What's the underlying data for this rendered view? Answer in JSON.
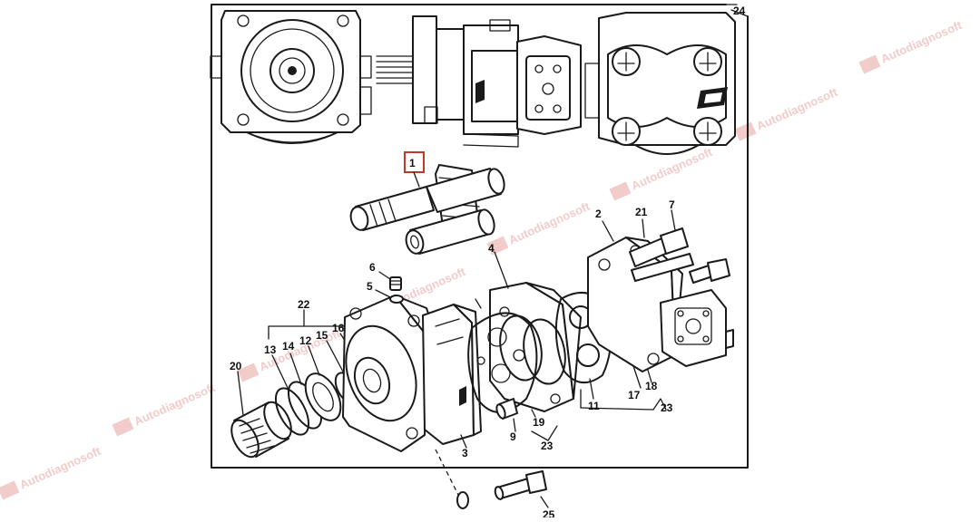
{
  "diagram": {
    "callouts": {
      "c1": "1",
      "c2": "2",
      "c3": "3",
      "c4": "4",
      "c5": "5",
      "c6": "6",
      "c7": "7",
      "c9": "9",
      "c11": "11",
      "c12": "12",
      "c13": "13",
      "c14": "14",
      "c15": "15",
      "c16": "16",
      "c17": "17",
      "c18": "18",
      "c19": "19",
      "c20": "20",
      "c21": "21",
      "c22": "22",
      "c23a": "23",
      "c23b": "23",
      "c24": "24",
      "c25": "25"
    },
    "highlight_color": "#c0392b"
  },
  "watermark": {
    "text": "Autodiagnosoft",
    "color": "#e8a0a0"
  }
}
